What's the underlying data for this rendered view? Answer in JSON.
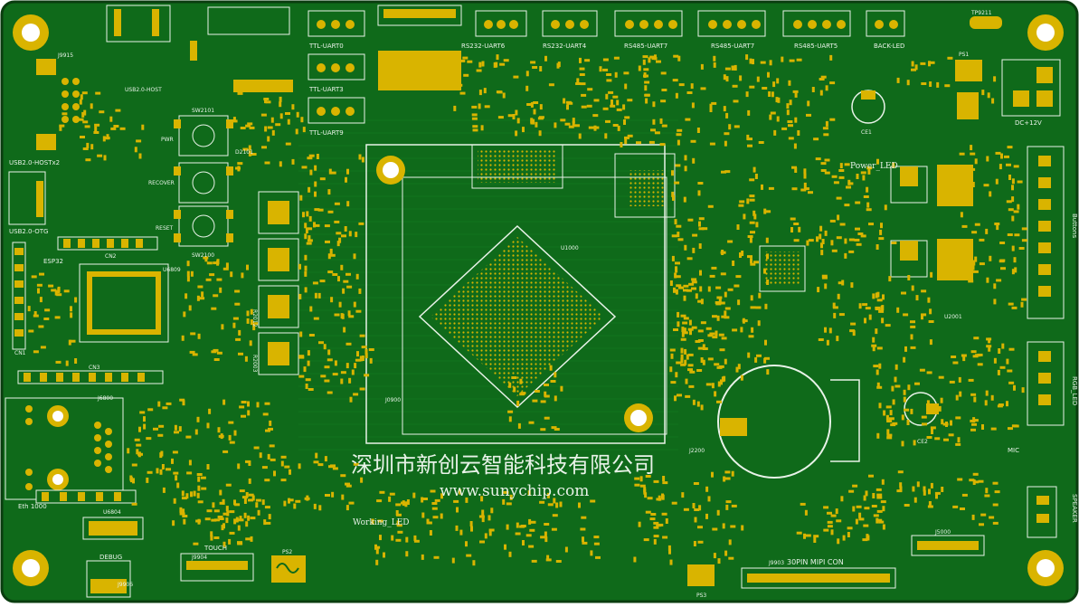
{
  "board": {
    "colors": {
      "edge": "#0a3d0f",
      "substrate": "#0f6a1a",
      "copper": "#168a24",
      "pad": "#d9b400",
      "silk": "#e8f2e8"
    },
    "company_name": "深圳市新创云智能科技有限公司",
    "website": "www.sunychip.com"
  },
  "labels": {
    "usb_otg": "USB2.0-OTG",
    "usb_host_x2": "USB2.0-HOSTx2",
    "usb_host": "USB2.0-HOST",
    "esp32": "ESP32",
    "eth": "Eth 1000",
    "debug": "DEBUG",
    "touch": "TOUCH",
    "pwr": "PWR",
    "recover": "RECOVER",
    "reset": "RESET",
    "ttl_uart0": "TTL-UART0",
    "ttl_uart3": "TTL-UART3",
    "ttl_uart9": "TTL-UART9",
    "rs232_uart6": "RS232-UART6",
    "rs232_uart4": "RS232-UART4",
    "rs485_uart7a": "RS485-UART7",
    "rs485_uart7b": "RS485-UART7",
    "rs485_uart5": "RS485-UART5",
    "backlight": "BACK-LED",
    "dc": "DC+12V",
    "power_led": "Power_LED",
    "buttons": "Buttons",
    "rgb_led": "RGB_LED",
    "mic": "MIC",
    "speaker": "SPEAKER",
    "mipi": "30PIN MIPI CON",
    "working_led": "Working_LED",
    "u1000": "U1000",
    "j0900": "J0900",
    "j2200": "J2200",
    "j5000": "J5000",
    "j9903": "J9903",
    "cn1": "CN1",
    "cn2": "CN2",
    "cn3": "CN3",
    "ps1": "PS1",
    "ps2": "PS2",
    "ps3": "PS3",
    "u6809": "U6809",
    "u2001": "U2001",
    "j6800": "J6800",
    "u6804": "U6804",
    "ce1": "CE1",
    "ce2": "CE2",
    "tp9211": "TP9211",
    "j9915": "J9915",
    "j9906": "J9906",
    "j9904": "J9904",
    "sw2101": "SW2101",
    "sw2100": "SW2100",
    "r2012": "R2012",
    "r2003": "R2003",
    "d2101": "D2101"
  }
}
